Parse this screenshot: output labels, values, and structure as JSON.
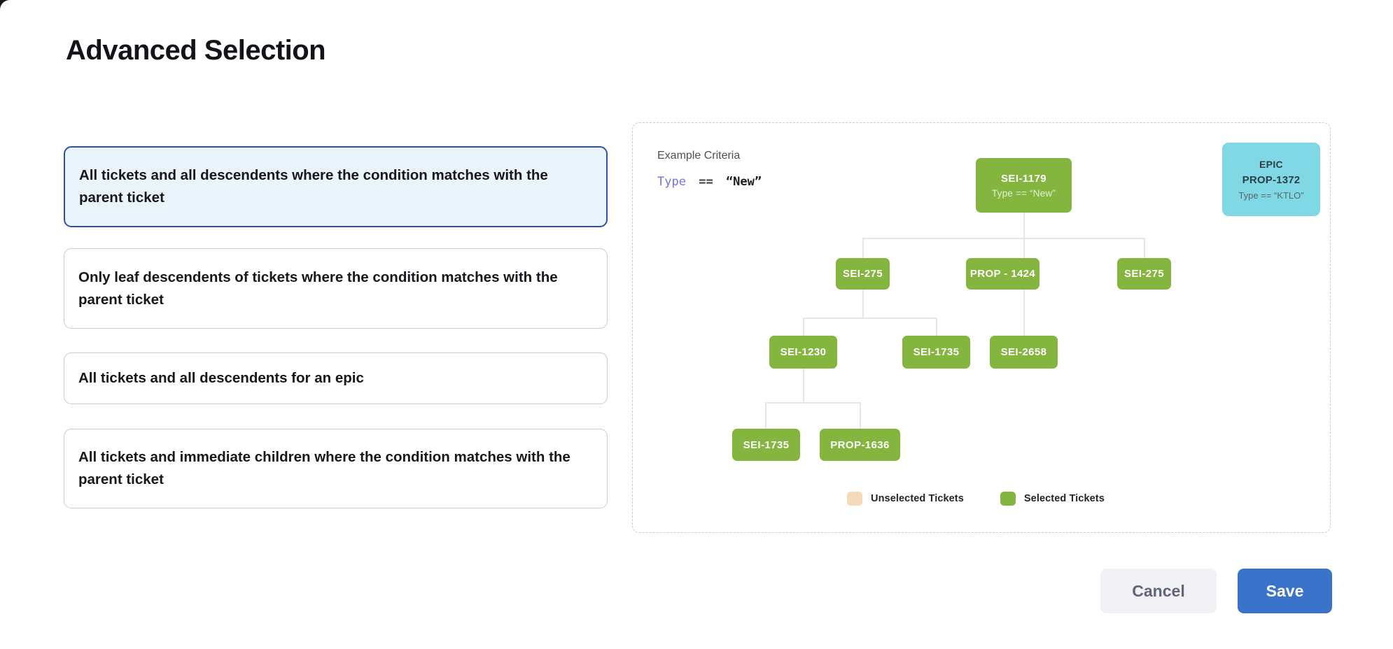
{
  "title": "Advanced Selection",
  "options": [
    {
      "label": "All tickets and all descendents where the condition matches with the parent ticket",
      "selected": true
    },
    {
      "label": "Only leaf descendents of tickets where the condition matches with the parent ticket",
      "selected": false
    },
    {
      "label": "All tickets and all descendents for an epic",
      "selected": false
    },
    {
      "label": "All tickets and immediate children where the condition matches with the parent ticket",
      "selected": false
    }
  ],
  "example_panel": {
    "heading": "Example Criteria",
    "criteria": {
      "field": "Type",
      "operator": "==",
      "value": "“New”"
    },
    "epic_card": {
      "kind": "EPIC",
      "id": "PROP-1372",
      "criteria": "Type == “KTLO”"
    },
    "tree": {
      "root": {
        "label": "SEI-1179",
        "criteria": "Type == “New”"
      },
      "level2": [
        {
          "label": "SEI-275"
        },
        {
          "label": "PROP - 1424"
        },
        {
          "label": "SEI-275"
        }
      ],
      "level3": [
        {
          "label": "SEI-1230"
        },
        {
          "label": "SEI-1735"
        },
        {
          "label": "SEI-2658"
        }
      ],
      "level4": [
        {
          "label": "SEI-1735"
        },
        {
          "label": "PROP-1636"
        }
      ]
    },
    "legend": [
      {
        "label": "Unselected Tickets",
        "color": "#f6d8bb"
      },
      {
        "label": "Selected Tickets",
        "color": "#84b63f"
      }
    ]
  },
  "actions": {
    "cancel": "Cancel",
    "save": "Save"
  },
  "colors": {
    "selected_option_border": "#2a54a7",
    "selected_option_bg": "#eaf4fb",
    "node_green": "#84b63f",
    "epic_cyan": "#7fd8e3",
    "save_blue": "#3a73ca",
    "connector_gray": "#e4e6ee"
  }
}
